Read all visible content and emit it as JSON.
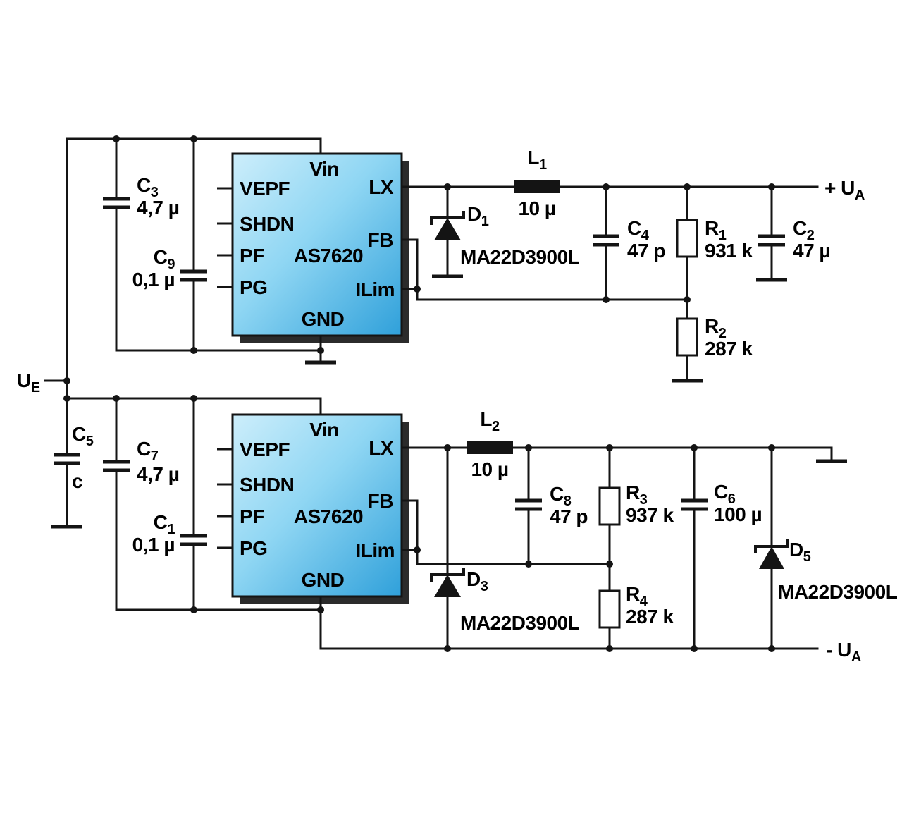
{
  "ic": {
    "part": "AS7620",
    "pins": {
      "vin": "Vin",
      "vepf": "VEPF",
      "shdn": "SHDN",
      "pf": "PF",
      "pg": "PG",
      "lx": "LX",
      "fb": "FB",
      "ilim": "ILim",
      "gnd": "GND"
    }
  },
  "terminals": {
    "input": {
      "name": "U",
      "sub": "E"
    },
    "output_pos": {
      "name": "+ U",
      "sub": "A"
    },
    "output_neg": {
      "name": "- U",
      "sub": "A"
    }
  },
  "components": {
    "C3": {
      "ref": "C",
      "sub": "3",
      "value": "4,7 µ"
    },
    "C9": {
      "ref": "C",
      "sub": "9",
      "value": "0,1 µ"
    },
    "C5": {
      "ref": "C",
      "sub": "5",
      "value": "c"
    },
    "C7": {
      "ref": "C",
      "sub": "7",
      "value": "4,7 µ"
    },
    "C1": {
      "ref": "C",
      "sub": "1",
      "value": "0,1 µ"
    },
    "L1": {
      "ref": "L",
      "sub": "1",
      "value": "10 µ"
    },
    "L2": {
      "ref": "L",
      "sub": "2",
      "value": "10 µ"
    },
    "D1": {
      "ref": "D",
      "sub": "1",
      "value": "MA22D3900L"
    },
    "D3": {
      "ref": "D",
      "sub": "3",
      "value": "MA22D3900L"
    },
    "D5": {
      "ref": "D",
      "sub": "5",
      "value": "MA22D3900L"
    },
    "C4": {
      "ref": "C",
      "sub": "4",
      "value": "47 p"
    },
    "C8": {
      "ref": "C",
      "sub": "8",
      "value": "47 p"
    },
    "C2": {
      "ref": "C",
      "sub": "2",
      "value": "47 µ"
    },
    "C6": {
      "ref": "C",
      "sub": "6",
      "value": "100 µ"
    },
    "R1": {
      "ref": "R",
      "sub": "1",
      "value": "931 k"
    },
    "R2": {
      "ref": "R",
      "sub": "2",
      "value": "287 k"
    },
    "R3": {
      "ref": "R",
      "sub": "3",
      "value": "937 k"
    },
    "R4": {
      "ref": "R",
      "sub": "4",
      "value": "287 k"
    }
  },
  "colors": {
    "wire": "#141414",
    "ic_fill_light": "#cdeefb",
    "ic_fill_dark": "#2fa0da",
    "background": "#ffffff"
  }
}
